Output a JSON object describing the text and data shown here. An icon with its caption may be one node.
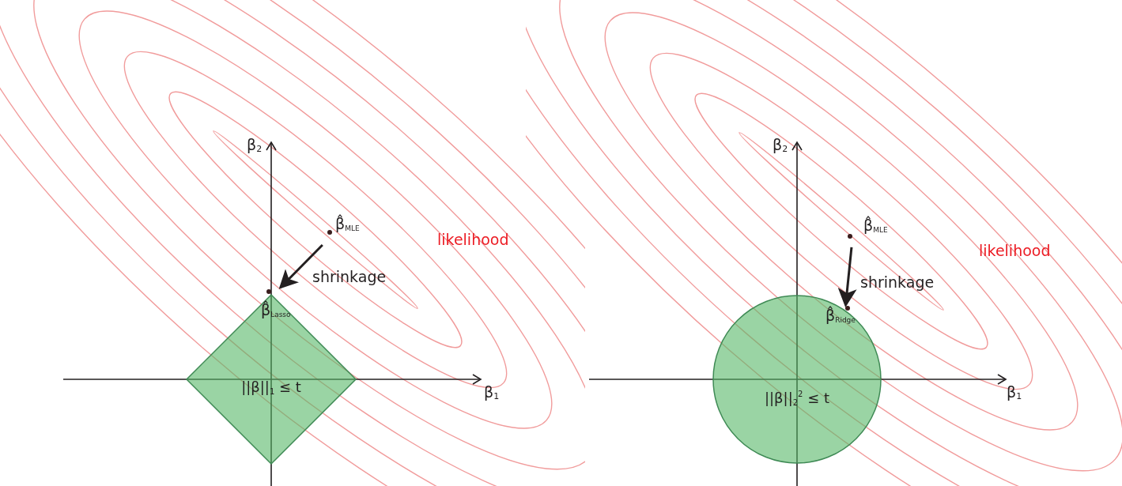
{
  "diagram": {
    "nodes": [
      {
        "text": [
          "β̂$_{MLE}$"
        ]
      },
      {
        "text": [
          "β̂$_{Lasso}$"
        ]
      },
      {
        "text": [
          "||β||$_{1}$ ≤ t"
        ]
      },
      {
        "text": [
          "β̂$_{MLE}$"
        ]
      },
      {
        "text": [
          "β̂$_{Ridge}$"
        ]
      },
      {
        "text": [
          "||β||$_{2}$$^{2}$ ≤ t"
        ]
      }
    ],
    "edges": [
      {
        "from": 0,
        "to": 1,
        "arrow": "to",
        "label": "shrinkage"
      },
      {
        "from": 3,
        "to": 4,
        "arrow": "to",
        "label": "shrinkage"
      }
    ],
    "labels": [
      "β$_{2}$",
      "likelihood",
      "β$_{1}$",
      "β$_{2}$",
      "likelihood",
      "β$_{1}$"
    ]
  }
}
